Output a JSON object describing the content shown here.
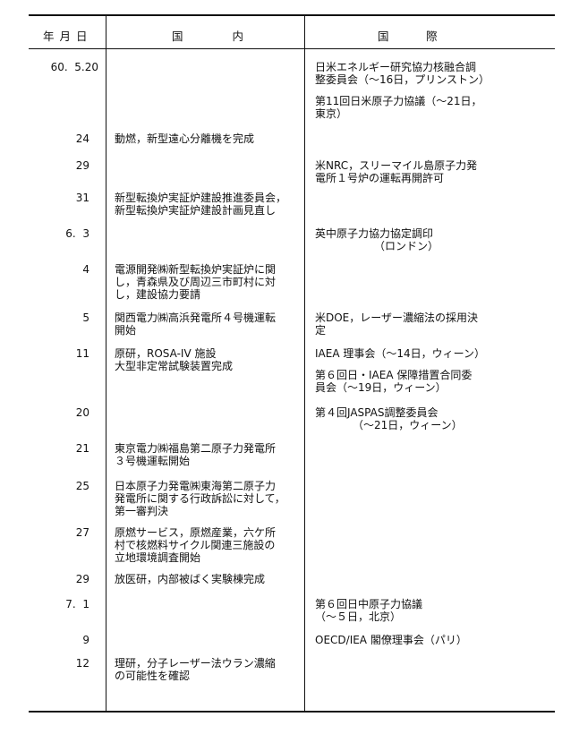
{
  "header": {
    "date": "年 月 日",
    "domestic": "国　　　　内",
    "international": "国　　　際"
  },
  "rows": [
    {
      "date": "60.  5.20",
      "intl": "日米エネルギー研究協力核融合調\n整委員会（〜16日，プリンストン）"
    },
    {
      "intl": "第11回日米原子力協議（〜21日，\n東京）"
    },
    {
      "date": "24",
      "domestic": "動燃，新型遠心分離機を完成"
    },
    {
      "date": "29",
      "intl": "米NRC，スリーマイル島原子力発\n電所１号炉の運転再開許可"
    },
    {
      "date": "31",
      "domestic": "新型転換炉実証炉建設推進委員会，\n新型転換炉実証炉建設計画見直し"
    },
    {
      "date": "6.  3",
      "intl": "英中原子力協力協定調印\n　　　　　　（ロンドン）"
    },
    {
      "date": "4",
      "domestic": "電源開発㈱新型転換炉実証炉に関\nし，青森県及び周辺三市町村に対\nし，建設協力要請"
    },
    {
      "date": "5",
      "domestic": "関西電力㈱高浜発電所４号機運転\n開始",
      "intl": "米DOE，レーザー濃縮法の採用決\n定"
    },
    {
      "date": "11",
      "domestic": "原研，ROSA-IV 施設\n大型非定常試験装置完成",
      "intl": "IAEA 理事会（〜14日，ウィーン）"
    },
    {
      "intl": "第６回日・IAEA 保障措置合同委\n員会（〜19日，ウィーン）"
    },
    {
      "date": "20",
      "intl": "第４回JASPAS調整委員会\n　　　　（〜21日，ウィーン）"
    },
    {
      "date": "21",
      "domestic": "東京電力㈱福島第二原子力発電所\n３号機運転開始"
    },
    {
      "date": "25",
      "domestic": "日本原子力発電㈱東海第二原子力\n発電所に関する行政訴訟に対して，\n第一審判決"
    },
    {
      "date": "27",
      "domestic": "原燃サービス，原燃産業，六ケ所\n村で核燃料サイクル関連三施設の\n立地環境調査開始"
    },
    {
      "date": "29",
      "domestic": "放医研，内部被ばく実験棟完成"
    },
    {
      "date": "7.  1",
      "intl": "第６回日中原子力協議\n（〜５日，北京）"
    },
    {
      "date": "9",
      "intl": "OECD/IEA 閣僚理事会（パリ）"
    },
    {
      "date": "12",
      "domestic": "理研，分子レーザー法ウラン濃縮\nの可能性を確認"
    }
  ]
}
